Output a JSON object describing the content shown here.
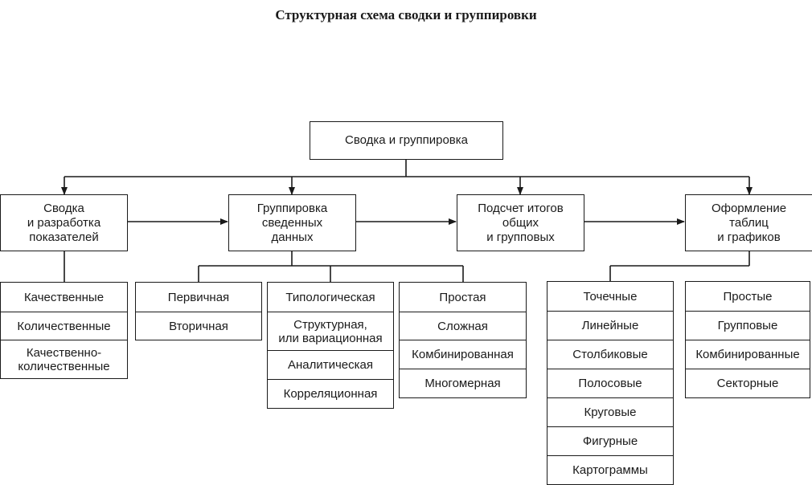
{
  "title": "Структурная схема сводки и группировки",
  "root": "Сводка и группировка",
  "stages": [
    "Сводка\nи разработка\nпоказателей",
    "Группировка\nсведенных\nданных",
    "Подсчет итогов\nобщих\nи групповых",
    "Оформление\nтаблиц\nи графиков"
  ],
  "lists": {
    "indicators": [
      "Качественные",
      "Количественные",
      "Качественно-\nколичественные"
    ],
    "grouping_stage": [
      "Первичная",
      "Вторичная"
    ],
    "grouping_purpose": [
      "Типологическая",
      "Структурная,\nили вариационная",
      "Аналитическая",
      "Корреляционная"
    ],
    "grouping_complexity": [
      "Простая",
      "Сложная",
      "Комбинированная",
      "Многомерная"
    ],
    "charts": [
      "Точечные",
      "Линейные",
      "Столбиковые",
      "Полосовые",
      "Круговые",
      "Фигурные",
      "Картограммы"
    ],
    "tables": [
      "Простые",
      "Групповые",
      "Комбинированные",
      "Секторные"
    ]
  }
}
